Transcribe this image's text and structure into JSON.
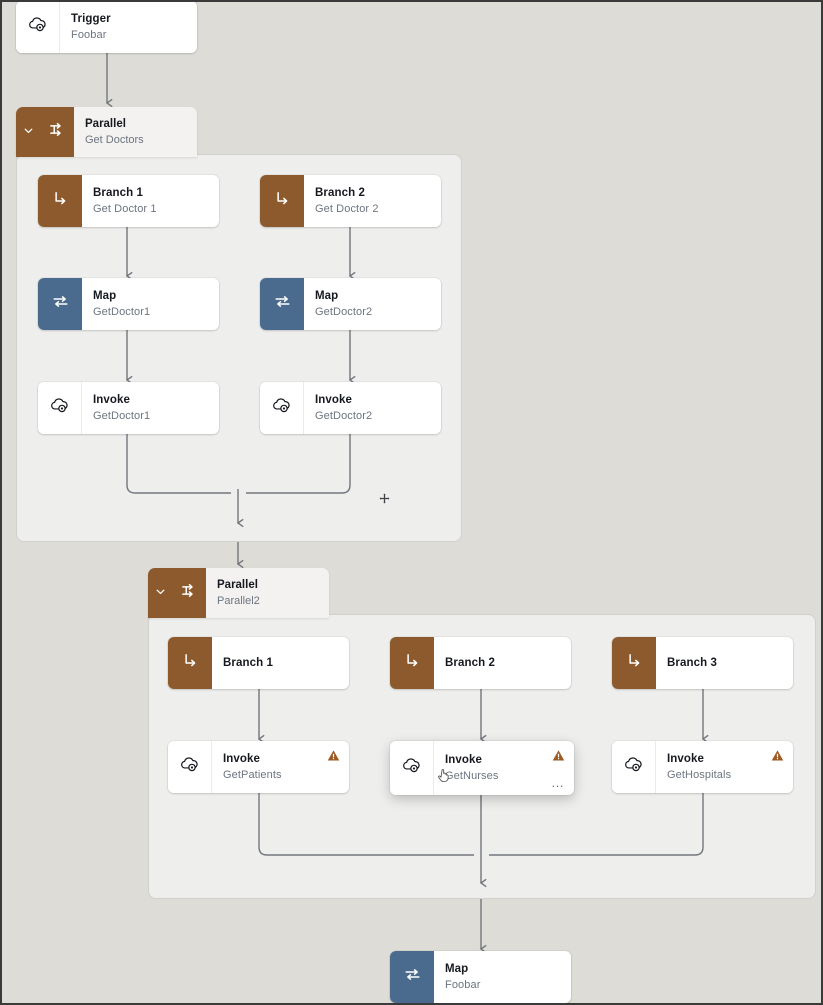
{
  "canvas": {
    "background_color": "#dedcd6",
    "group_background_color": "#eeeeec",
    "accent_brown": "#8c5a2c",
    "accent_blue": "#4a6b8e",
    "warning_color": "#9c5a22",
    "edge_color": "#72767c"
  },
  "nodes": {
    "trigger": {
      "title": "Trigger",
      "subtitle": "Foobar",
      "icon": "cloud-gear-icon"
    },
    "parallel_1": {
      "title": "Parallel",
      "subtitle": "Get Doctors",
      "icon": "parallel-arrows-icon",
      "collapse_icon": "chevron-down-icon"
    },
    "branch_1_1": {
      "title": "Branch 1",
      "subtitle": "Get Doctor 1",
      "icon": "branch-arrow-icon"
    },
    "branch_1_2": {
      "title": "Branch 2",
      "subtitle": "Get Doctor 2",
      "icon": "branch-arrow-icon"
    },
    "map_1_1": {
      "title": "Map",
      "subtitle": "GetDoctor1",
      "icon": "map-swap-icon"
    },
    "map_1_2": {
      "title": "Map",
      "subtitle": "GetDoctor2",
      "icon": "map-swap-icon"
    },
    "invoke_1_1": {
      "title": "Invoke",
      "subtitle": "GetDoctor1",
      "icon": "cloud-gear-icon"
    },
    "invoke_1_2": {
      "title": "Invoke",
      "subtitle": "GetDoctor2",
      "icon": "cloud-gear-icon"
    },
    "parallel_2": {
      "title": "Parallel",
      "subtitle": "Parallel2",
      "icon": "parallel-arrows-icon",
      "collapse_icon": "chevron-down-icon"
    },
    "branch_2_1": {
      "title": "Branch 1",
      "subtitle": "",
      "icon": "branch-arrow-icon"
    },
    "branch_2_2": {
      "title": "Branch 2",
      "subtitle": "",
      "icon": "branch-arrow-icon"
    },
    "branch_2_3": {
      "title": "Branch 3",
      "subtitle": "",
      "icon": "branch-arrow-icon"
    },
    "invoke_2_1": {
      "title": "Invoke",
      "subtitle": "GetPatients",
      "icon": "cloud-gear-icon",
      "has_warning": true
    },
    "invoke_2_2": {
      "title": "Invoke",
      "subtitle": "GetNurses",
      "icon": "cloud-gear-icon",
      "has_warning": true,
      "hovered": true,
      "menu_label": "…"
    },
    "invoke_2_3": {
      "title": "Invoke",
      "subtitle": "GetHospitals",
      "icon": "cloud-gear-icon",
      "has_warning": true
    },
    "map_final": {
      "title": "Map",
      "subtitle": "Foobar",
      "icon": "map-swap-icon"
    }
  }
}
